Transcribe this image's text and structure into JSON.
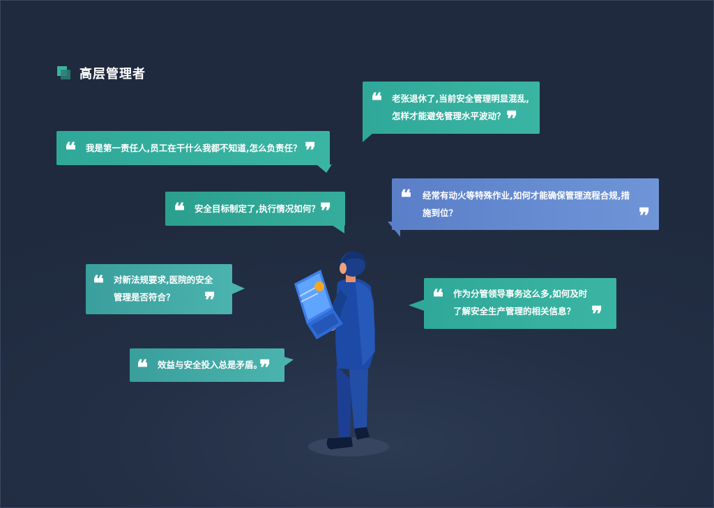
{
  "heading": {
    "title": "高层管理者"
  },
  "quote_open": "❝",
  "quote_close": "❞",
  "bubbles": [
    {
      "id": "b1",
      "lines": [
        "我是第一责任人,员工在干什么我都不知道,怎么负责任？"
      ]
    },
    {
      "id": "b2",
      "lines": [
        "老张退休了,当前安全管理明显混乱,",
        "怎样才能避免管理水平波动？"
      ]
    },
    {
      "id": "b3",
      "lines": [
        "安全目标制定了,执行情况如何？"
      ]
    },
    {
      "id": "b4",
      "lines": [
        "经常有动火等特殊作业,如何才能确保管理流程合规,措",
        "施到位？"
      ]
    },
    {
      "id": "b5",
      "lines": [
        "对新法规要求,医院的安全",
        "管理是否符合？"
      ]
    },
    {
      "id": "b6",
      "lines": [
        "作为分管领导事务这么多,如何及时",
        "了解安全生产管理的相关信息？"
      ]
    },
    {
      "id": "b7",
      "lines": [
        "效益与安全投入总是矛盾。"
      ]
    }
  ],
  "colors": {
    "green": "#36ad9c",
    "blue": "#6a8fd5",
    "background": "#232f45",
    "figure_blue": "#1e4aa0"
  }
}
